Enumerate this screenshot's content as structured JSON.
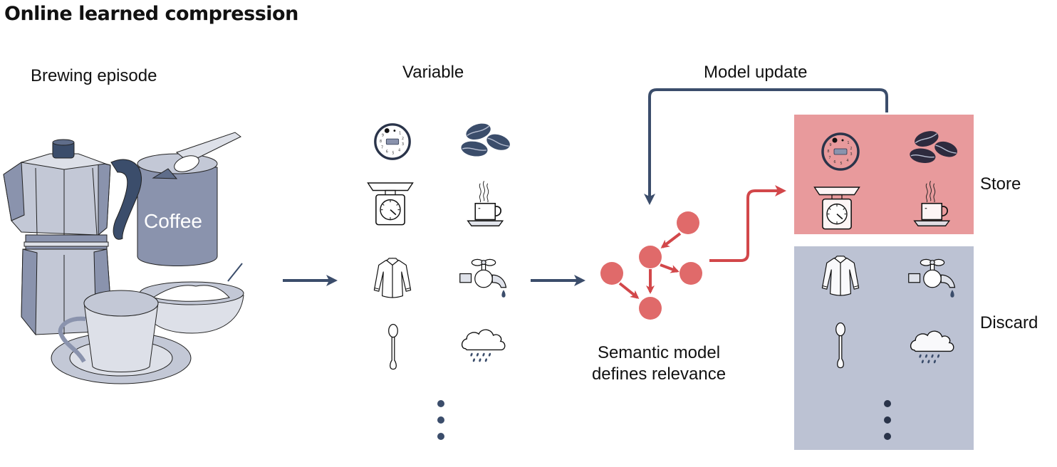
{
  "title": "Online learned compression",
  "sections": {
    "episode": {
      "label": "Brewing episode",
      "can_text": "Coffee"
    },
    "variables": {
      "label": "Variable",
      "items": [
        "grinder-dial",
        "coffee-beans",
        "kitchen-scale",
        "steaming-cup",
        "shirt",
        "water-tap",
        "spoon",
        "rain-cloud"
      ],
      "more": "ellipsis"
    },
    "model": {
      "label_line1": "Semantic model",
      "label_line2": "defines relevance",
      "nodes": 5
    },
    "feedback": {
      "label": "Model update"
    },
    "store": {
      "label": "Store",
      "items": [
        "grinder-dial",
        "coffee-beans",
        "kitchen-scale",
        "steaming-cup"
      ]
    },
    "discard": {
      "label": "Discard",
      "items": [
        "shirt",
        "water-tap",
        "spoon",
        "rain-cloud"
      ],
      "more": "ellipsis"
    }
  },
  "colors": {
    "navy": "#3b4d6b",
    "red": "#d2474a",
    "node": "#e06a6a",
    "store_bg": "#e89a9c",
    "discard_bg": "#bcc2d3",
    "pot_light": "#c3c8d6",
    "pot_mid": "#8a93ad",
    "pot_pale": "#dde0e8"
  }
}
